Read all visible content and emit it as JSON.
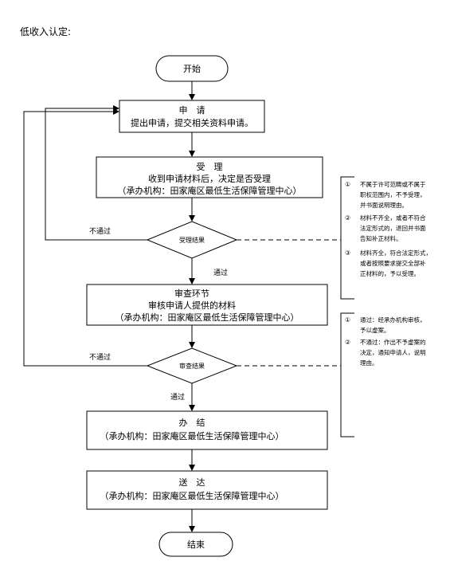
{
  "title": "低收入认定:",
  "nodes": {
    "start": "开始",
    "apply": {
      "line1": "申　请",
      "line2": "提出申请，提交相关资料申请。"
    },
    "accept": {
      "line1": "受　理",
      "line2": "收到申请材料后，决定是否受理",
      "line3": "（承办机构：田家庵区最低生活保障管理中心）"
    },
    "decision1": "受理结果",
    "review": {
      "line1": "审查环节",
      "line2": "审核申请人提供的材料",
      "line3": "（承办机构：田家庵区最低生活保障管理中心）"
    },
    "decision2": "审查结果",
    "conclude": {
      "line1": "办　结",
      "line2": "（承办机构：田家庵区最低生活保障管理中心）"
    },
    "deliver": {
      "line1": "送　达",
      "line2": "（承办机构：田家庵区最低生活保障管理中心）"
    },
    "end": "结束"
  },
  "edge_labels": {
    "fail1": "不通过",
    "pass1": "通过",
    "fail2": "不通过",
    "pass2": "通过"
  },
  "notes": {
    "accept": [
      {
        "num": "①",
        "lines": [
          "不属于许可范畴或不属于",
          "职权范围内，不予受理，",
          "并书面说明理由。"
        ]
      },
      {
        "num": "②",
        "lines": [
          "材料不齐全，或者不符合",
          "法定形式的，退回并书面",
          "告知补正材料。"
        ]
      },
      {
        "num": "③",
        "lines": [
          "材料齐全，符合法定形式，",
          "或者按照要求提交全部补",
          "正材料的，予以受理。"
        ]
      }
    ],
    "review": [
      {
        "num": "①",
        "lines": [
          "通过：经承办机构审核，",
          "予以虚案。"
        ]
      },
      {
        "num": "②",
        "lines": [
          "不通过：作出不予虚案的",
          "决定，通知申请人，说明",
          "理由。"
        ]
      }
    ]
  }
}
